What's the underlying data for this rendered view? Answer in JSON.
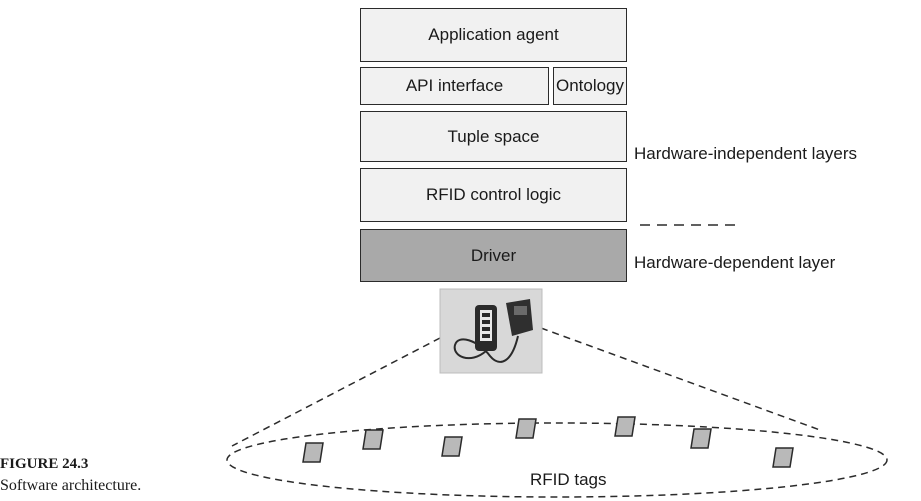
{
  "layers": {
    "application_agent": "Application agent",
    "api_interface": "API interface",
    "ontology": "Ontology",
    "tuple_space": "Tuple space",
    "rfid_control_logic": "RFID control logic",
    "driver": "Driver"
  },
  "side_labels": {
    "hardware_independent": "Hardware-independent layers",
    "hardware_dependent": "Hardware-dependent layer"
  },
  "tags_label": "RFID tags",
  "figure": {
    "number": "FIGURE 24.3",
    "caption": "Software architecture."
  },
  "colors": {
    "layer_fill": "#f1f1f1",
    "driver_fill": "#a9a9a9",
    "tag_fill": "#b9b9b9",
    "border": "#2b2b2b"
  },
  "icons": {
    "reader_device": "rfid-reader-photo-icon",
    "tag": "rfid-tag-icon"
  }
}
